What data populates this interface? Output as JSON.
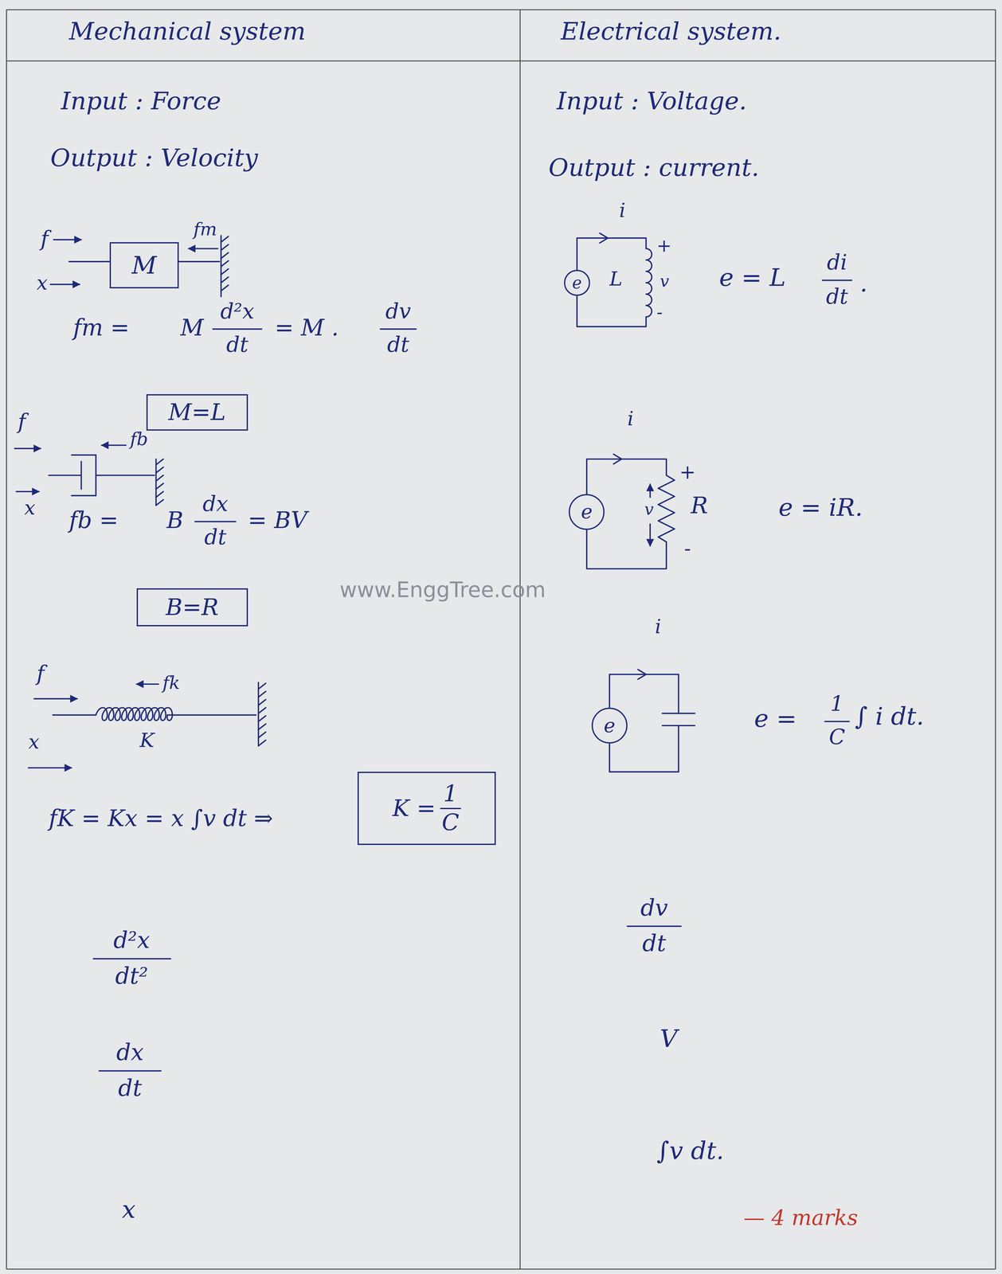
{
  "diagram": {
    "nodes": [
      {
        "text": [
          "M"
        ]
      },
      {
        "text": [
          "e"
        ]
      },
      {
        "text": [
          "M=L"
        ]
      },
      {
        "text": [
          "e"
        ]
      },
      {
        "text": [
          "B=R"
        ]
      },
      {
        "text": [
          "e"
        ]
      },
      {
        "text": [
          "K =",
          "1",
          "C"
        ]
      }
    ],
    "labels": [
      "Mechanical system",
      "Electrical system.",
      "Input : Force",
      "Input : Voltage.",
      "Output : Velocity",
      "Output : current.",
      "f",
      "i",
      "fm",
      "+",
      "L",
      "v",
      "x",
      "-",
      "e = L",
      "di",
      "dt",
      ".",
      "fm =",
      "M",
      "d²x",
      "dt",
      "= M .",
      "dv",
      "dt",
      "i",
      "f",
      "fb",
      "+",
      "x",
      "v",
      "R",
      "e = iR.",
      "fb =",
      "B",
      "dx",
      "dt",
      "= BV",
      "-",
      "www.EnggTree.com",
      "i",
      "f",
      "fk",
      "e =",
      "1",
      "C",
      "∫ i dt.",
      "K",
      "x",
      "fK = Kx = x ∫v dt ⇒",
      "d²x",
      "dt²",
      "dv",
      "dt",
      "dx",
      "dt",
      "V",
      "∫v dt.",
      "x",
      "— 4 marks"
    ]
  }
}
